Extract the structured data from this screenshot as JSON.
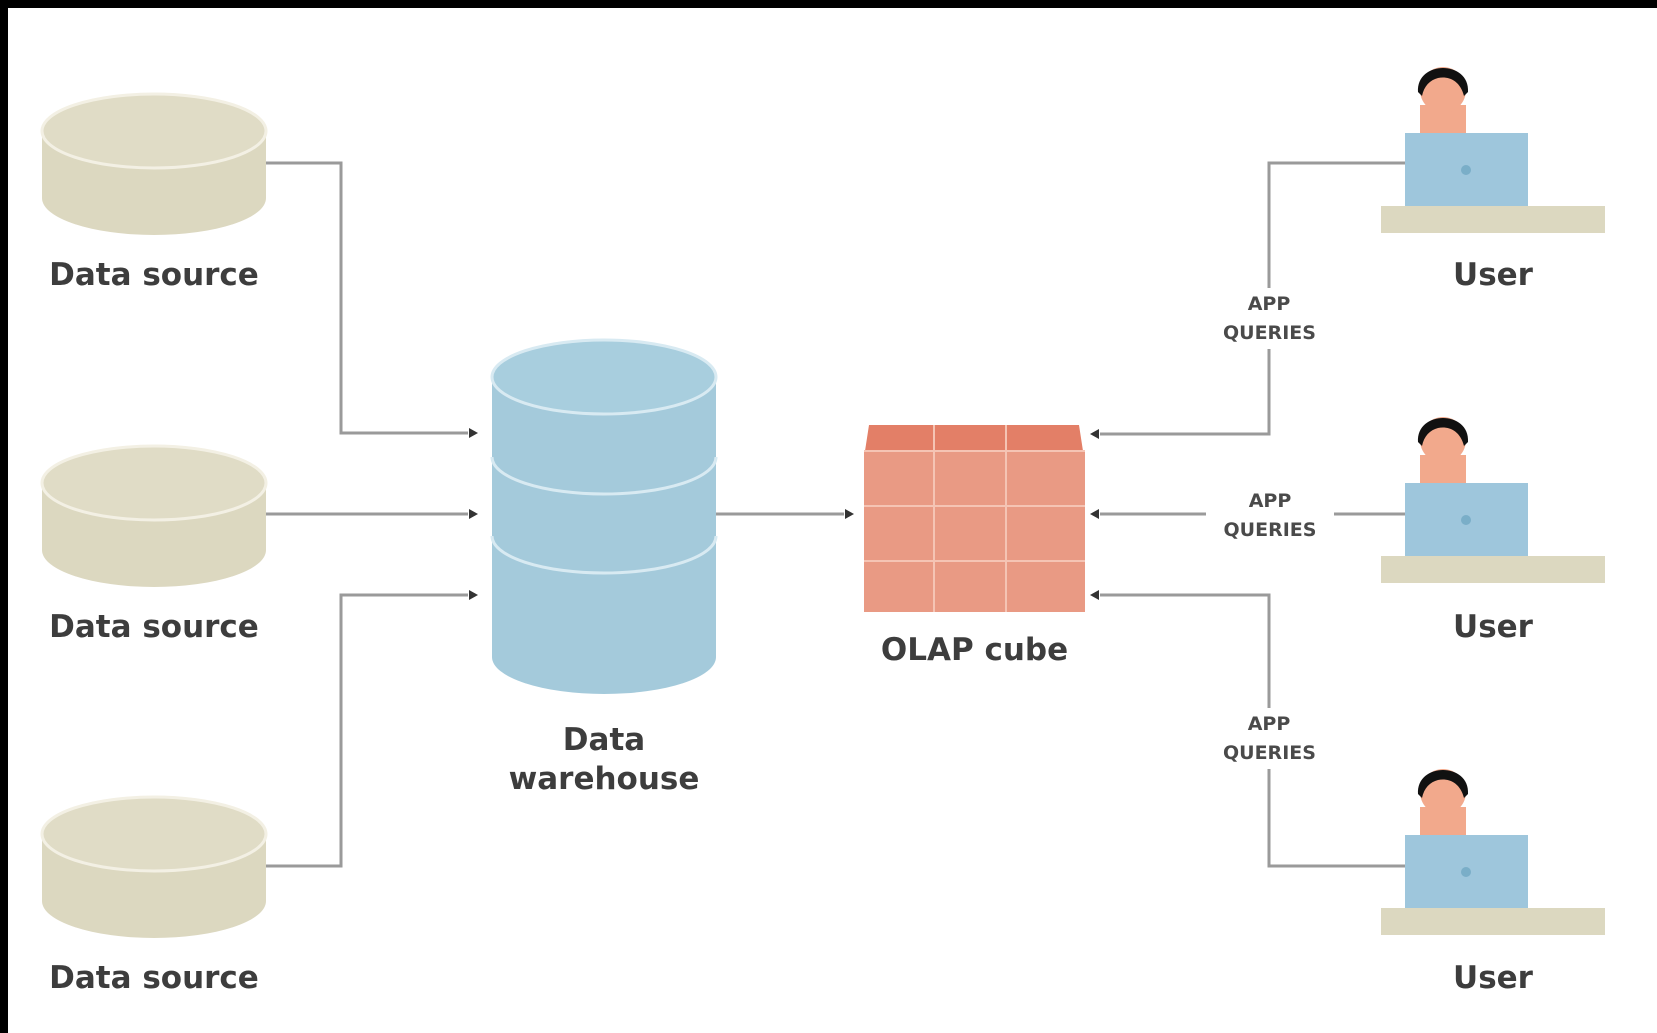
{
  "colors": {
    "background": "#ffffff",
    "frame": "#000000",
    "data_source": "#dcd8c0",
    "warehouse": "#a4cadb",
    "cube": "#e99a84",
    "line": "#9a9a9a",
    "skin": "#f2a98c",
    "hair": "#111111",
    "laptop": "#9ec6dc",
    "desk": "#dcd8c0"
  },
  "nodes": {
    "sources": [
      {
        "label": "Data source"
      },
      {
        "label": "Data source"
      },
      {
        "label": "Data source"
      }
    ],
    "warehouse": {
      "line1": "Data",
      "line2": "warehouse"
    },
    "cube": {
      "label": "OLAP cube"
    },
    "users": [
      {
        "label": "User"
      },
      {
        "label": "User"
      },
      {
        "label": "User"
      }
    ]
  },
  "edges": {
    "queries": [
      {
        "line1": "APP",
        "line2": "QUERIES"
      },
      {
        "line1": "APP",
        "line2": "QUERIES"
      },
      {
        "line1": "APP",
        "line2": "QUERIES"
      }
    ]
  }
}
